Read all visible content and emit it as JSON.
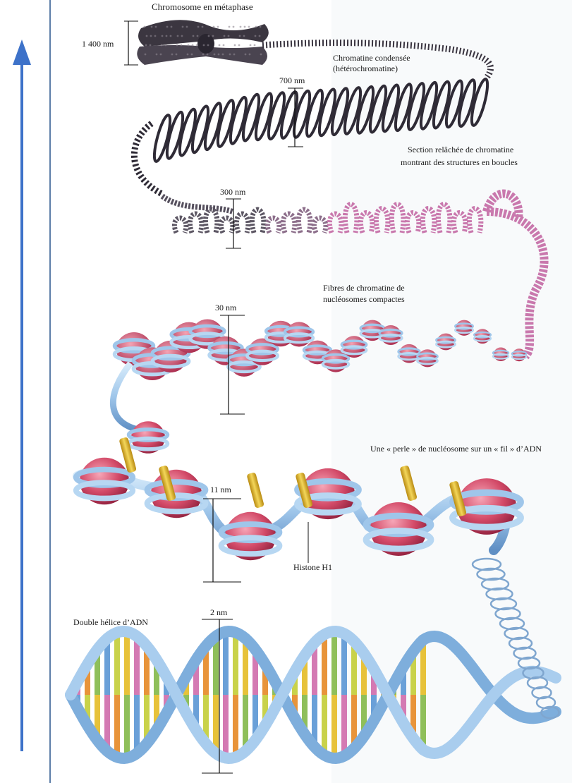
{
  "labels": {
    "metaphase": "Chromosome en métaphase",
    "condensed_1": "Chromatine condensée",
    "condensed_2": "(hétérochromatine)",
    "relaxed_1": "Section relâchée de chromatine",
    "relaxed_2": "montrant des structures en boucles",
    "fibers_1": "Fibres de chromatine de",
    "fibers_2": "nucléosomes compactes",
    "beads": "Une « perle » de nucléosome sur un « fil » d’ADN",
    "histone": "Histone H1",
    "dna": "Double hélice d’ADN"
  },
  "scales": {
    "s1400": "1 400 nm",
    "s700": "700 nm",
    "s300": "300 nm",
    "s30": "30 nm",
    "s11": "11 nm",
    "s2": "2 nm"
  },
  "colors": {
    "arrow": "#3d72c9",
    "chromosome": "#3b3640",
    "coil": "#2f2b36",
    "loop_pink": "#c978ad",
    "nucleosome_red": "#d34a68",
    "dna_blue": "#9fc6ea",
    "histone_yellow": "#e7c23a"
  }
}
